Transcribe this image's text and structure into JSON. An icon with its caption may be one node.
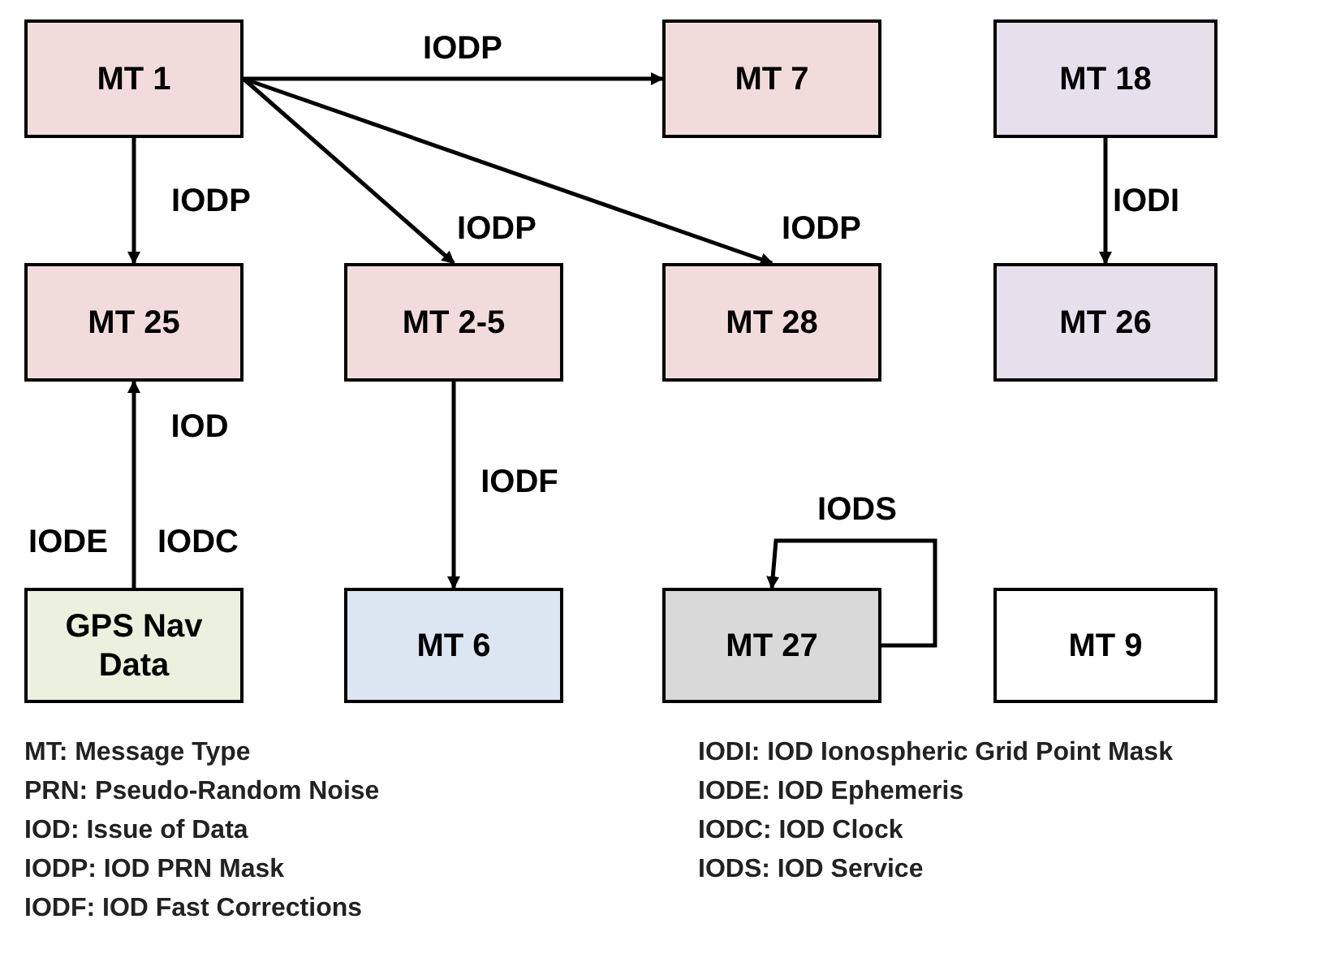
{
  "diagram": {
    "nodes": [
      {
        "text": [
          "MT 1"
        ]
      },
      {
        "text": [
          "MT 7"
        ]
      },
      {
        "text": [
          "MT 18"
        ]
      },
      {
        "text": [
          "MT 25"
        ]
      },
      {
        "text": [
          "MT 2-5"
        ]
      },
      {
        "text": [
          "MT 28"
        ]
      },
      {
        "text": [
          "MT 26"
        ]
      },
      {
        "text": [
          "GPS Nav Data"
        ]
      },
      {
        "text": [
          "MT 6"
        ]
      },
      {
        "text": [
          "MT 27"
        ]
      },
      {
        "text": [
          "MT 9"
        ]
      }
    ],
    "edges": [
      {
        "from": 0,
        "to": 1,
        "arrow": "to",
        "label": "IODP"
      },
      {
        "from": 0,
        "to": 3,
        "arrow": "to",
        "label": "IODP"
      },
      {
        "from": 0,
        "to": 4,
        "arrow": "to",
        "label": "IODP"
      },
      {
        "from": 0,
        "to": 5,
        "arrow": "to",
        "label": "IODP"
      },
      {
        "from": 2,
        "to": 6,
        "arrow": "to",
        "label": "IODI"
      },
      {
        "from": 7,
        "to": 3,
        "arrow": "to",
        "label": "IOD"
      },
      {
        "from": 4,
        "to": 8,
        "arrow": "to",
        "label": "IODF"
      },
      {
        "from": 9,
        "to": 9,
        "arrow": "to",
        "label": "IODS"
      }
    ],
    "labels": [
      "IODE",
      "IODC",
      "MT: Message Type",
      "PRN: Pseudo-Random Noise",
      "IOD: Issue of Data",
      "IODP: IOD PRN Mask",
      "IODF: IOD Fast Corrections",
      "IODI: IOD Ionospheric Grid Point Mask",
      "IODE: IOD Ephemeris",
      "IODC: IOD Clock",
      "IODS: IOD Service"
    ]
  }
}
